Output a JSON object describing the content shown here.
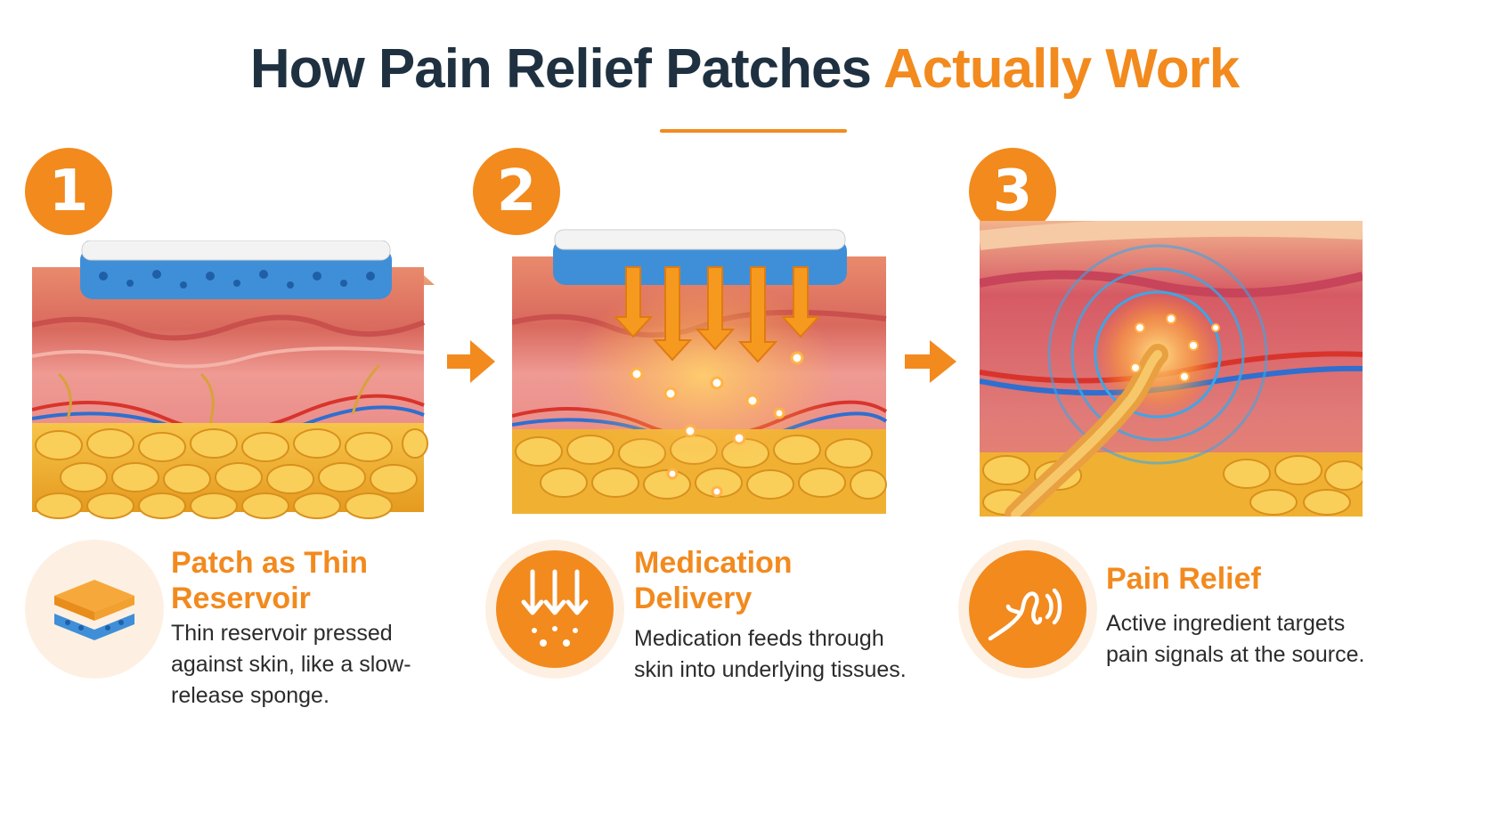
{
  "title": {
    "part1": "How Pain Relief Patches",
    "part2": "Actually Work"
  },
  "steps": [
    {
      "number": "1",
      "heading": "Patch as Thin\nReservoir",
      "description": "Thin reservoir pressed\nagainst skin, like a slow-\nrelease sponge.",
      "icon": "sponge-icon"
    },
    {
      "number": "2",
      "heading": "Medication\nDelivery",
      "description": "Medication feeds through\nskin into underlying tissues.",
      "icon": "down-arrows-icon"
    },
    {
      "number": "3",
      "heading": "Pain Relief",
      "description": "Active ingredient targets\npain signals at the source.",
      "icon": "nerve-signal-icon"
    }
  ],
  "colors": {
    "accent": "#f28a1e",
    "dark": "#1f3140",
    "skin": "#e98a78",
    "fat": "#f2b43a",
    "patch_gel": "#3f8fd8"
  }
}
